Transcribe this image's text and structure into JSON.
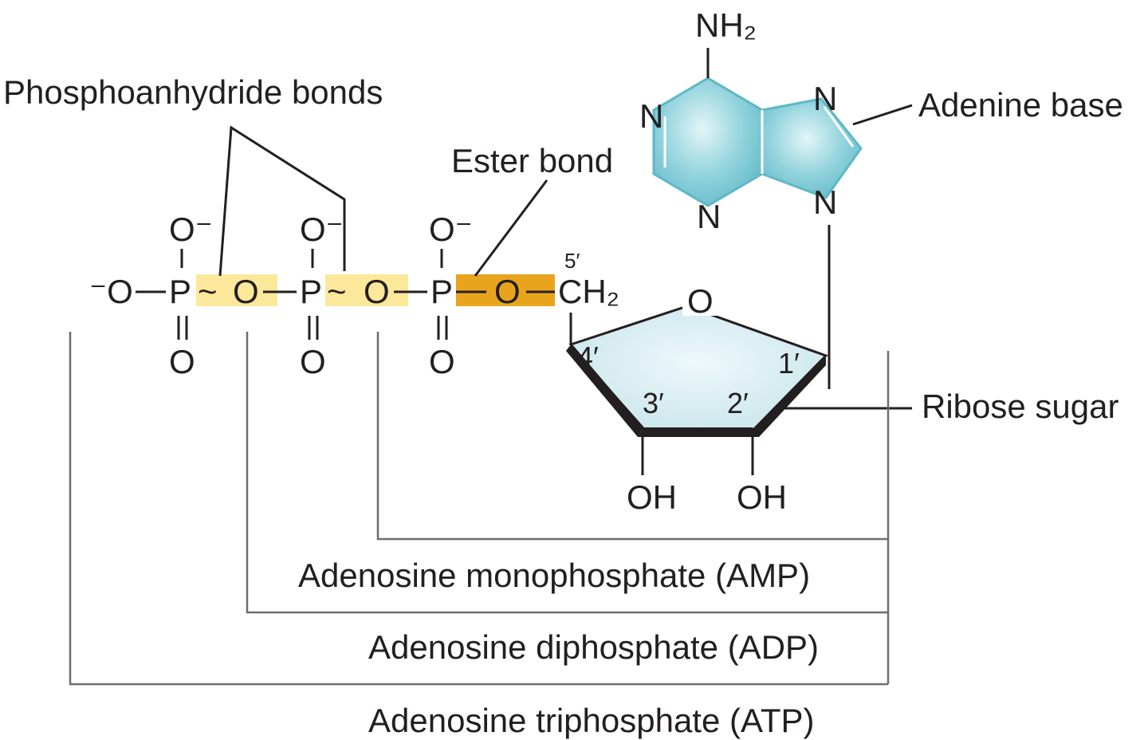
{
  "labels": {
    "phosphoanhydride": "Phosphoanhydride bonds",
    "ester": "Ester bond",
    "adenine": "Adenine base",
    "ribose": "Ribose sugar",
    "amp": "Adenosine monophosphate (AMP)",
    "adp": "Adenosine diphosphate (ADP)",
    "atp": "Adenosine triphosphate (ATP)"
  },
  "atoms": {
    "o_minus_left": "⁻O",
    "p": "P",
    "o": "O",
    "o_minus": "O⁻",
    "tilde": "~",
    "ch2": "CH₂",
    "nh2": "NH₂",
    "n": "N",
    "oh": "OH"
  },
  "positions": {
    "c5": "5′",
    "c4": "4′",
    "c3": "3′",
    "c2": "2′",
    "c1": "1′"
  },
  "colors": {
    "phosphoanhydride_highlight": "#fbe89a",
    "ester_highlight": "#e9a41e",
    "adenine_fill": "#7fcbd6",
    "ribose_fill": "#d4ebf0",
    "bracket_line": "#6d6e70"
  }
}
